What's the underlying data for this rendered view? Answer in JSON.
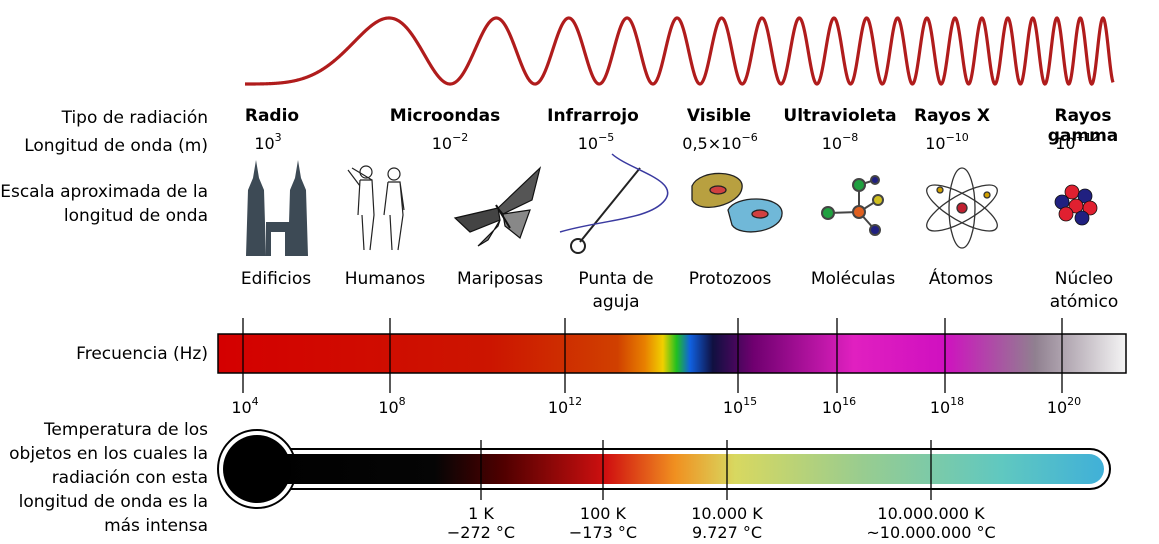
{
  "rows": {
    "type": "Tipo de radiación",
    "wavelength": "Longitud de onda (m)",
    "scale": "Escala aproximada de la longitud de onda",
    "frequency": "Frecuencia (Hz)",
    "temperature": "Temperatura de los objetos en los cuales la radiación con esta longitud de onda es la más intensa"
  },
  "columns": [
    {
      "type": "Radio",
      "wl_base": "10",
      "wl_exp": "3",
      "object": "Edificios",
      "icon": "buildings-icon"
    },
    {
      "type": "Microondas",
      "wl_base": "10",
      "wl_exp": "−2",
      "object": "Humanos",
      "icon": "humans-icon"
    },
    {
      "type": "Infrarrojo",
      "wl_base": "10",
      "wl_exp": "−5",
      "object": "Mariposas",
      "icon": "butterfly-icon"
    },
    {
      "type": "Visible",
      "wl_base": "0,5×10",
      "wl_exp": "−6",
      "object": "Punta de aguja",
      "icon": "needle-icon"
    },
    {
      "type": "Ultravioleta",
      "wl_base": "10",
      "wl_exp": "−8",
      "object": "Protozoos",
      "icon": "protozoa-icon"
    },
    {
      "type": "Rayos X",
      "wl_base": "10",
      "wl_exp": "−10",
      "object": "Moléculas",
      "icon": "molecule-icon"
    },
    {
      "type": "Rayos gamma",
      "wl_base": "10",
      "wl_exp": "−12",
      "object": "Átomos",
      "icon": "atom-icon"
    },
    {
      "type": "",
      "wl_base": "",
      "wl_exp": "",
      "object": "Núcleo atómico",
      "icon": "nucleus-icon"
    }
  ],
  "frequency_ticks": [
    {
      "base": "10",
      "exp": "4"
    },
    {
      "base": "10",
      "exp": "8"
    },
    {
      "base": "10",
      "exp": "12"
    },
    {
      "base": "10",
      "exp": "15"
    },
    {
      "base": "10",
      "exp": "16"
    },
    {
      "base": "10",
      "exp": "18"
    },
    {
      "base": "10",
      "exp": "20"
    }
  ],
  "temperature_ticks": [
    {
      "k": "1 K",
      "c": "−272 °C"
    },
    {
      "k": "100 K",
      "c": "−173 °C"
    },
    {
      "k": "10.000 K",
      "c": "9.727 °C"
    },
    {
      "k": "10.000.000 K",
      "c": "~10.000.000 °C"
    }
  ],
  "colors": {
    "wave": "#b01c1c",
    "icon_dark": "#3d4a55"
  }
}
